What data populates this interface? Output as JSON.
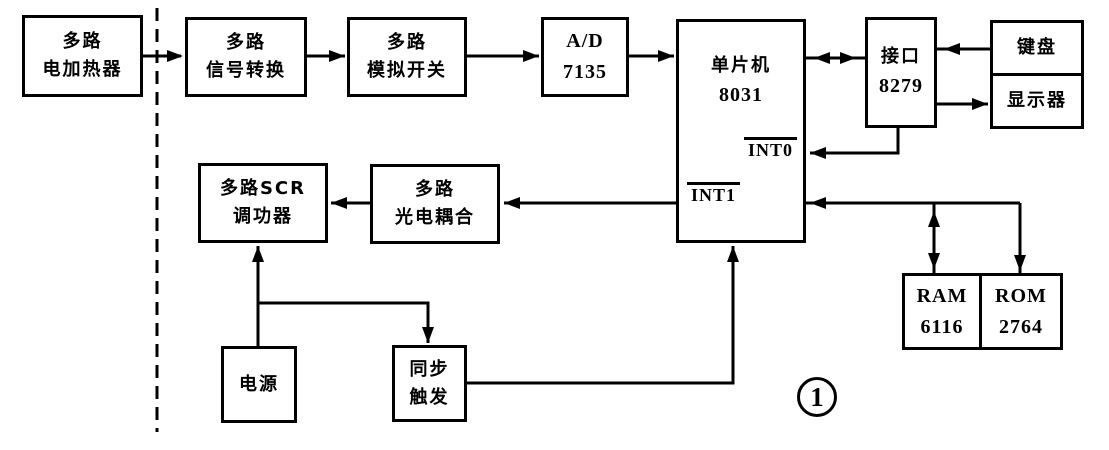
{
  "diagram": {
    "title_semantic": "8031 single-chip multi-channel temperature control system block diagram",
    "figure_number": "1",
    "blocks": {
      "heater": {
        "line1": "多路",
        "line2": "电加热器"
      },
      "signal_converter": {
        "line1": "多路",
        "line2": "信号转换"
      },
      "analog_switch": {
        "line1": "多路",
        "line2": "模拟开关"
      },
      "adc": {
        "line1": "A/D",
        "line2": "7135"
      },
      "mcu": {
        "line1": "单片机",
        "line2": "8031",
        "int0": "INT0",
        "int1": "INT1"
      },
      "interface": {
        "line1": "接口",
        "line2": "8279"
      },
      "keyboard": {
        "label": "键盘"
      },
      "display": {
        "label": "显示器"
      },
      "scr": {
        "line1": "多路SCR",
        "line2": "调功器"
      },
      "optocoupler": {
        "line1": "多路",
        "line2": "光电耦合"
      },
      "power": {
        "label": "电源"
      },
      "sync_trigger": {
        "line1": "同步",
        "line2": "触发"
      },
      "ram": {
        "line1": "RAM",
        "line2": "6116"
      },
      "rom": {
        "line1": "ROM",
        "line2": "2764"
      }
    },
    "colors": {
      "line": "#000000",
      "background": "#ffffff"
    }
  }
}
